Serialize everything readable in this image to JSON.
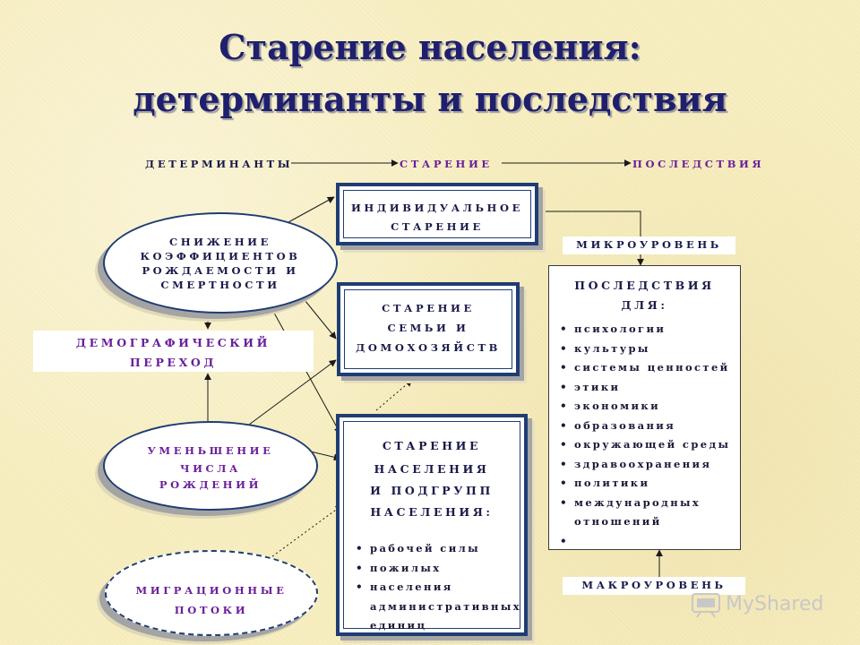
{
  "title": {
    "line1": "Старение населения:",
    "line2": "детерминанты и последствия"
  },
  "header": {
    "determinants": "ДЕТЕРМИНАНТЫ",
    "aging": "СТАРЕНИЕ",
    "consequences": "ПОСЛЕДСТВИЯ"
  },
  "nodes": {
    "reduction": [
      "СНИЖЕНИЕ",
      "КОЭФФИЦИЕНТОВ",
      "РОЖДАЕМОСТИ И",
      "СМЕРТНОСТИ"
    ],
    "demographic": [
      "ДЕМОГРАФИЧЕСКИЙ",
      "ПЕРЕХОД"
    ],
    "decrease": [
      "УМЕНЬШЕНИЕ",
      "ЧИСЛА",
      "РОЖДЕНИЙ"
    ],
    "migration": [
      "МИГРАЦИОННЫЕ",
      "ПОТОКИ"
    ],
    "individual": [
      "ИНДИВИДУАЛЬНОЕ",
      "СТАРЕНИЕ"
    ],
    "family": [
      "СТАРЕНИЕ",
      "СЕМЬИ И",
      "ДОМОХОЗЯЙСТВ"
    ],
    "population": [
      "СТАРЕНИЕ",
      "НАСЕЛЕНИЯ",
      "И ПОДГРУПП",
      "НАСЕЛЕНИЯ:"
    ],
    "population_items": [
      "рабочей силы",
      "пожилых",
      "населения",
      "административных",
      "единиц"
    ],
    "micro": "МИКРОУРОВЕНЬ",
    "macro": "МАКРОУРОВЕНЬ",
    "consequences_title": [
      "ПОСЛЕДСТВИЯ",
      "ДЛЯ:"
    ],
    "consequences_items": [
      "психологии",
      "культуры",
      "системы ценностей",
      "этики",
      "экономики",
      "образования",
      "окружающей среды",
      "здравоохранения",
      "политики",
      "международных",
      "отношений",
      ""
    ]
  },
  "watermark": {
    "text": "MyShared"
  },
  "colors": {
    "background": "#f7eec0",
    "navy": "#1f3d74",
    "title": "#1f1f6e",
    "purple": "#6a1f9a"
  }
}
